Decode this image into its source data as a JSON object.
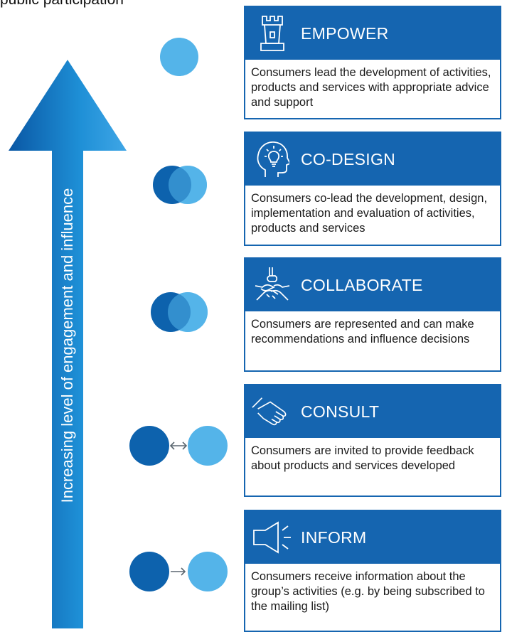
{
  "title": "public participation",
  "arrow_label": "Increasing level of engagement and influence",
  "colors": {
    "dark_blue": "#0d62ad",
    "light_blue": "#54b4e9",
    "box_blue": "#1565b0",
    "arrow_gray": "#5b6770"
  },
  "levels": [
    {
      "name": "EMPOWER",
      "icon": "tower-icon",
      "symbol": "single-circle",
      "description": "Consumers lead the development of activities, products and services with appropriate advice and support"
    },
    {
      "name": "CO-DESIGN",
      "icon": "head-lightbulb-icon",
      "symbol": "overlapping-circles",
      "description": "Consumers co-lead the development, design, implementation and evaluation of activities, products and services"
    },
    {
      "name": "COLLABORATE",
      "icon": "stacked-hands-icon",
      "symbol": "overlapping-circles",
      "description": "Consumers are represented and can make recommendations and influence decisions"
    },
    {
      "name": "CONSULT",
      "icon": "handshake-icon",
      "symbol": "two-way-arrow",
      "description": "Consumers are invited to provide feedback about products and services developed"
    },
    {
      "name": "INFORM",
      "icon": "megaphone-icon",
      "symbol": "one-way-arrow",
      "description": "Consumers receive information about the group’s activities (e.g. by being subscribed to the mailing list)"
    }
  ]
}
